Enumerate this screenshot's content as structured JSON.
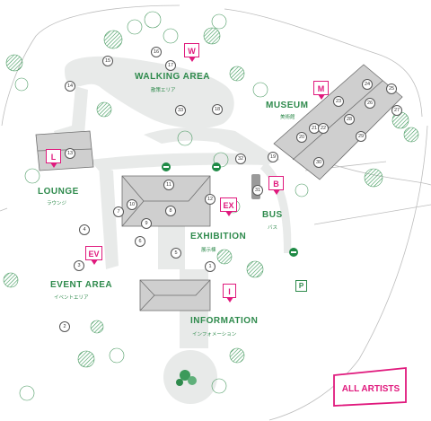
{
  "areas": {
    "walking": {
      "label": "WALKING AREA",
      "sub": "散策エリア"
    },
    "museum": {
      "label": "MUSEUM",
      "sub": "美術館"
    },
    "lounge": {
      "label": "LOUNGE",
      "sub": "ラウンジ"
    },
    "exhibition": {
      "label": "EXHIBITION",
      "sub": "展示棟"
    },
    "bus": {
      "label": "BUS",
      "sub": "バス"
    },
    "event": {
      "label": "EVENT AREA",
      "sub": "イベントエリア"
    },
    "information": {
      "label": "INFORMATION",
      "sub": "インフォメーション"
    }
  },
  "pins": {
    "W": "W",
    "M": "M",
    "L": "L",
    "EX": "EX",
    "B": "B",
    "EV": "EV",
    "I": "I"
  },
  "spots": [
    "1",
    "2",
    "3",
    "4",
    "5",
    "6",
    "7",
    "8",
    "9",
    "10",
    "11",
    "12",
    "13",
    "14",
    "15",
    "16",
    "17",
    "18",
    "19",
    "20",
    "21",
    "22",
    "23",
    "24",
    "25",
    "26",
    "27",
    "28",
    "29",
    "30",
    "31",
    "32",
    "33"
  ],
  "parking": "P",
  "all_artists": "ALL ARTISTS",
  "colors": {
    "accent": "#e0197d",
    "green": "#2e8a4c",
    "path": "#e6e8e7",
    "building": "#c9c9c9"
  },
  "icons": {
    "exit": "green-minus-circle-icon",
    "parking": "parking-sign-icon"
  }
}
